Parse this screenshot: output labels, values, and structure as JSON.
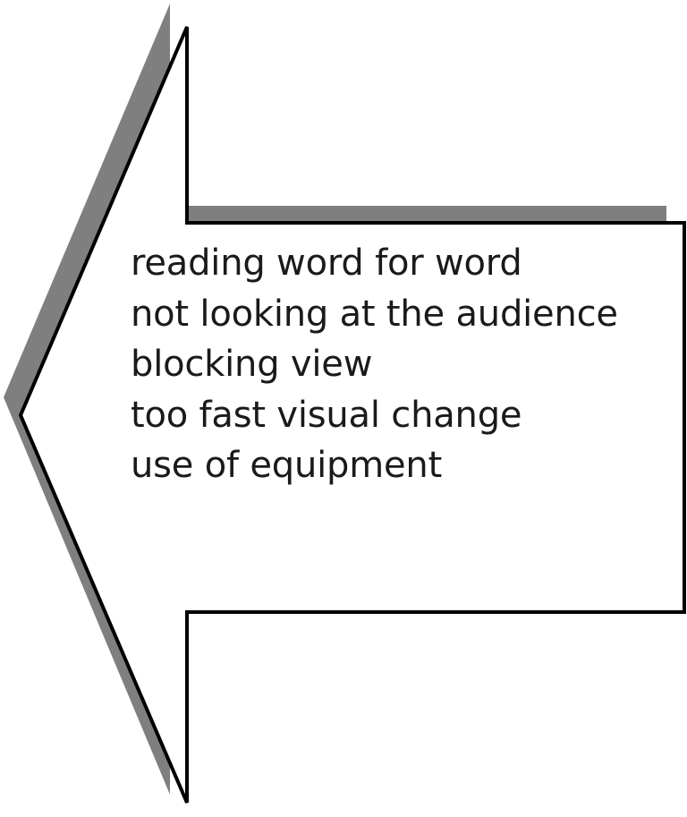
{
  "colors": {
    "shadow": "#7f7f7f",
    "fill": "#ffffff",
    "outline": "#000000",
    "text": "#1a1a1a"
  },
  "items": [
    "reading word for word",
    "not looking at the audience",
    "blocking view",
    "too fast visual change",
    "use of equipment"
  ]
}
